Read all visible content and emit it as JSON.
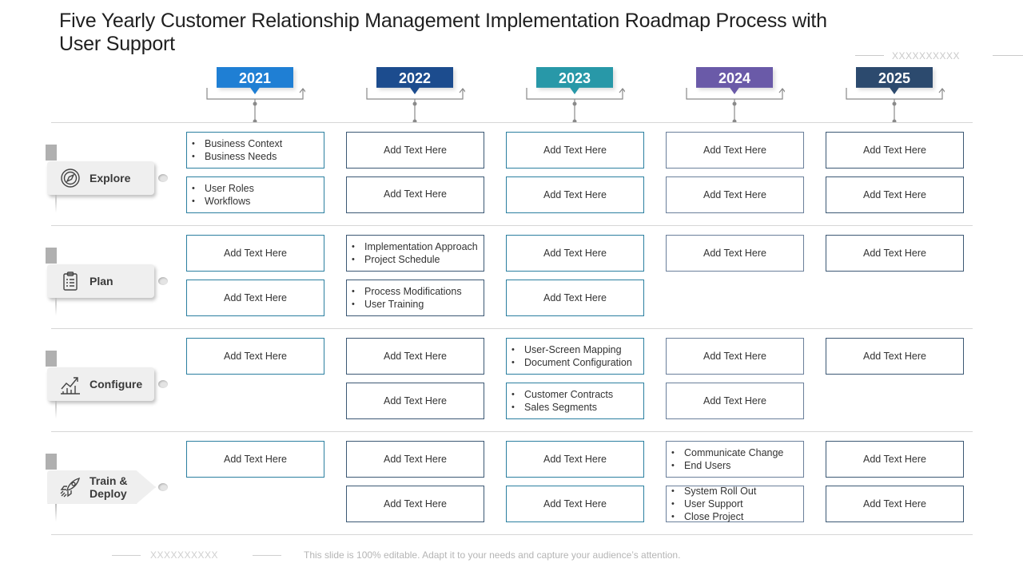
{
  "title": "Five Yearly Customer Relationship Management Implementation Roadmap Process with User Support",
  "decoration_text": "XXXXXXXXXX",
  "footer_note": "This slide is 100% editable. Adapt it to your needs and capture your audience’s attention.",
  "colors": {
    "y2021": "#1f7fd4",
    "y2022": "#1c4c8e",
    "y2023": "#2898a8",
    "y2024": "#6a5aa8",
    "y2025": "#2c4a6e"
  },
  "years": [
    "2021",
    "2022",
    "2023",
    "2024",
    "2025"
  ],
  "phases": [
    {
      "name": "Explore",
      "icon": "compass-icon"
    },
    {
      "name": "Plan",
      "icon": "clipboard-icon"
    },
    {
      "name": "Configure",
      "icon": "growth-chart-icon"
    },
    {
      "name": "Train & Deploy",
      "line1": "Train &",
      "line2": "Deploy",
      "icon": "rocket-icon"
    }
  ],
  "placeholder": "Add Text Here",
  "cells": {
    "explore_2021_a": [
      "Business Context",
      "Business Needs"
    ],
    "explore_2021_b": [
      "User Roles",
      "Workflows"
    ],
    "plan_2022_a": [
      "Implementation Approach",
      "Project Schedule"
    ],
    "plan_2022_b": [
      "Process Modifications",
      "User Training"
    ],
    "configure_2023_a": [
      "User-Screen Mapping",
      "Document Configuration"
    ],
    "configure_2023_b": [
      "Customer Contracts",
      "Sales Segments"
    ],
    "deploy_2024_a": [
      "Communicate Change",
      "End Users"
    ],
    "deploy_2024_b": [
      "System Roll Out",
      "User Support",
      "Close Project"
    ]
  }
}
